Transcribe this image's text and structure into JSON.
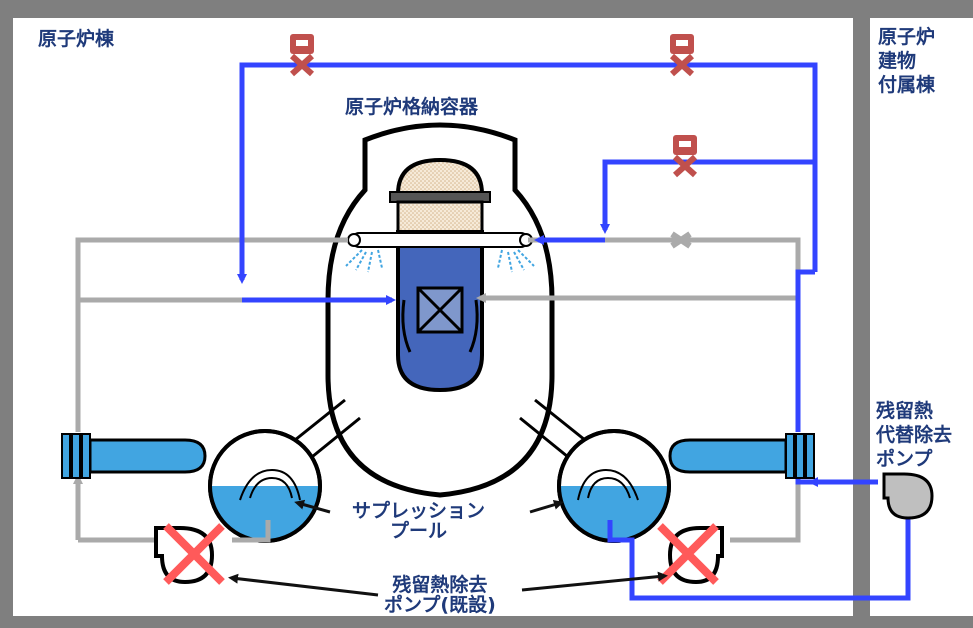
{
  "labels": {
    "reactor_building": "原子炉棟",
    "aux_building": "原子炉\n建物\n付属棟",
    "containment_vessel": "原子炉格納容器",
    "suppression_pool": "サプレッション\nプール",
    "rhr_pump_existing": "残留熱除去\nポンプ(既設)",
    "alt_rhr_pump": "残留熱\n代替除去\nポンプ"
  },
  "colors": {
    "frame": "#7f7f7f",
    "flow_active": "#3344ff",
    "flow_inactive": "#aaaaaa",
    "water": "#41a5e1",
    "reactor_core": "#4466bb",
    "valve": "#c0504d",
    "failure_mark": "#ff5a5a",
    "label_text": "#1f3a7a"
  },
  "status": {
    "rhr_pumps_existing": "failed",
    "alt_rhr_pump": "active"
  }
}
